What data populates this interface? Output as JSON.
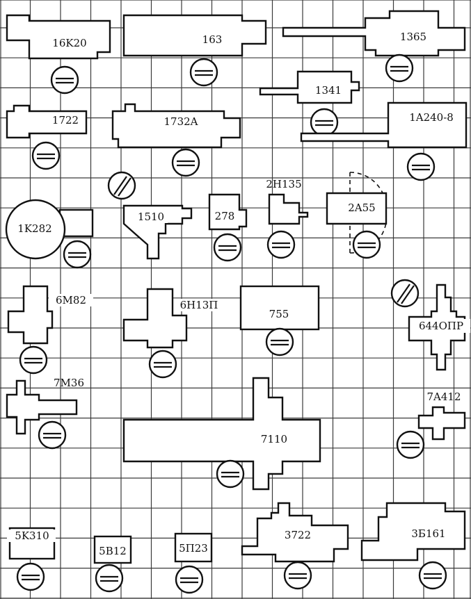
{
  "machines": {
    "m_16k20": "16K20",
    "m_163": "163",
    "m_1365": "1365",
    "m_1341": "1341",
    "m_1722": "1722",
    "m_1732a": "1732A",
    "m_1a240": "1A240-8",
    "m_2h135": "2H135",
    "m_1k282": "1K282",
    "m_1510": "1510",
    "m_278": "278",
    "m_2a55": "2A55",
    "m_6m82": "6M82",
    "m_6h13p": "6H13П",
    "m_755": "755",
    "m_644opr": "644ОПР",
    "m_7m36": "7M36",
    "m_7a412": "7A412",
    "m_7110": "7110",
    "m_5k310": "5K310",
    "m_5v12": "5B12",
    "m_5p23": "5П23",
    "m_3722": "3722",
    "m_3b161": "3Б161"
  },
  "colors": {
    "line": "#111111",
    "grid": "#3a3a3a",
    "background": "#ffffff"
  }
}
